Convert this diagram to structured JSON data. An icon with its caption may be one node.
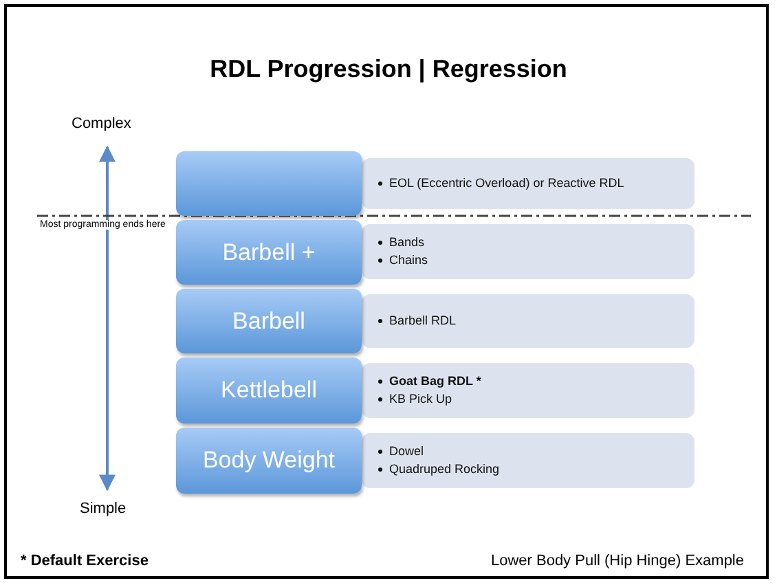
{
  "diagram": {
    "title": "RDL Progression | Regression",
    "nodes": [
      {
        "text": [],
        "shape": "box"
      },
      {
        "text": [
          "EOL (Eccentric Overload) or Reactive RDL"
        ]
      },
      {
        "text": [
          "Barbell +"
        ]
      },
      {
        "text": [
          "Bands",
          "Chains"
        ]
      },
      {
        "text": [
          "Barbell"
        ]
      },
      {
        "text": [
          "Barbell RDL"
        ]
      },
      {
        "text": [
          "Kettlebell"
        ]
      },
      {
        "text": [
          "Goat Bag RDL *",
          "KB Pick Up"
        ]
      },
      {
        "text": [
          "Body Weight"
        ]
      },
      {
        "text": [
          "Dowel",
          "Quadruped Rocking"
        ]
      }
    ],
    "labels": [
      "Complex",
      "Most programming ends here",
      "Simple",
      "* Default Exercise",
      "Lower Body Pull (Hip Hinge) Example"
    ]
  }
}
